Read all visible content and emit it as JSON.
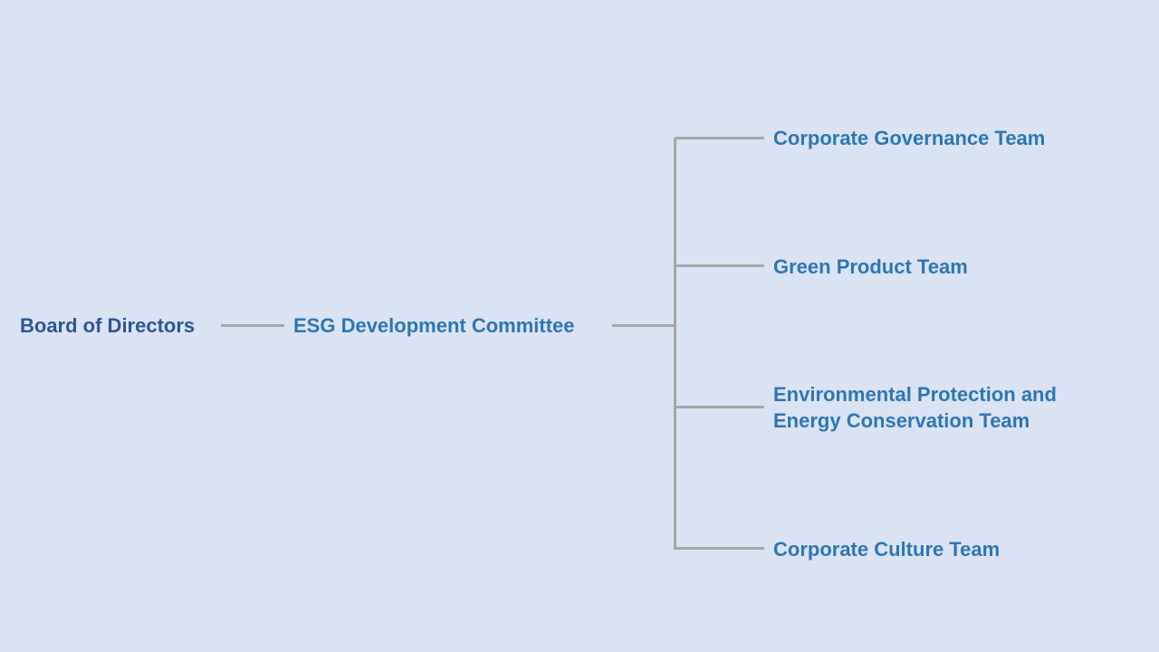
{
  "colors": {
    "background": "#dae3f3",
    "root_text": "#2f5597",
    "node_text": "#2e75b6",
    "connector": "#a6a6a6"
  },
  "root": {
    "label": "Board of Directors"
  },
  "committee": {
    "label": "ESG Development Committee"
  },
  "teams": [
    {
      "label": "Corporate Governance Team"
    },
    {
      "label": "Green Product Team"
    },
    {
      "label": "Environmental Protection and",
      "label2": "Energy Conservation Team"
    },
    {
      "label": "Corporate Culture Team"
    }
  ]
}
